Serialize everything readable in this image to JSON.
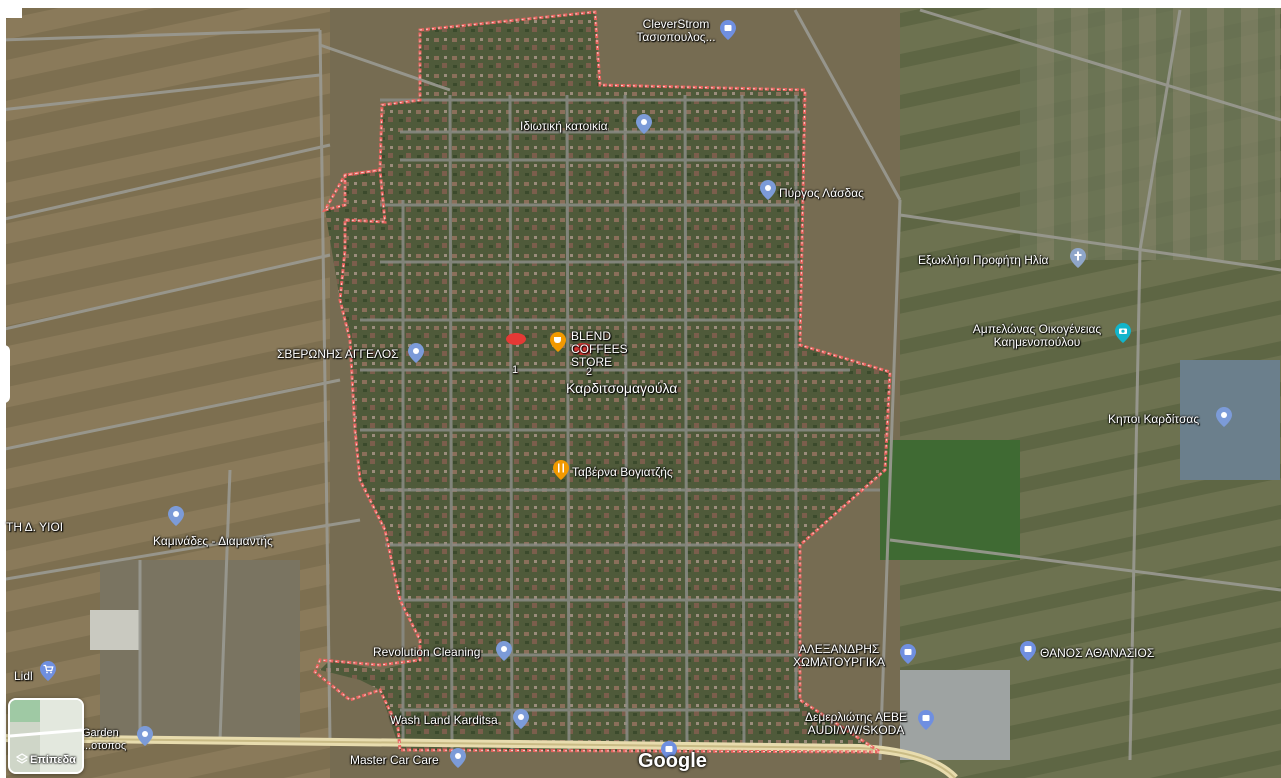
{
  "map": {
    "area_name": "Καρδιτσομαγούλα",
    "brand": "Google",
    "layers_button_label": "Επίπεδα",
    "route_numbers": [
      "1",
      "2"
    ],
    "colors": {
      "boundary": "#e8645f",
      "pin_default": "#7c9bd8",
      "pin_shop": "#6f8fe0",
      "pin_food": "#f29900",
      "pin_church": "#8fa6c9",
      "pin_attraction": "#12b5cb",
      "red_marker": "#e53935"
    },
    "places": [
      {
        "id": "cleverstrom",
        "text": "CleverStrom Τασιοπουλος...",
        "icon": "shopping-bag-icon",
        "color": "#6f8fe0"
      },
      {
        "id": "idiotiki",
        "text": "Ιδιωτική κατοικία",
        "icon": "location-pin-icon",
        "color": "#7c9bd8"
      },
      {
        "id": "pyrgos",
        "text": "Πύργος Λάσδας",
        "icon": "location-pin-icon",
        "color": "#7c9bd8"
      },
      {
        "id": "exoklisi",
        "text": "Εξωκλήσι Προφήτη Ηλία",
        "icon": "church-cross-icon",
        "color": "#8fa6c9"
      },
      {
        "id": "ampelonas",
        "text": "Αμπελώνας Οικογένειας Καημενοπούλου",
        "icon": "camera-icon",
        "color": "#12b5cb"
      },
      {
        "id": "kipoi",
        "text": "Κηποι Καρδίτσας",
        "icon": "location-pin-icon",
        "color": "#7c9bd8"
      },
      {
        "id": "sveronis",
        "text": "ΣΒΕΡΩΝΗΣ ΑΓΓΕΛΟΣ",
        "icon": "location-pin-icon",
        "color": "#7c9bd8"
      },
      {
        "id": "blend",
        "text": "BLEND COFFEES STORE",
        "icon": "coffee-cup-icon",
        "color": "#f29900"
      },
      {
        "id": "taverna",
        "text": "Ταβέρνα Βογιατζής",
        "icon": "fork-knife-icon",
        "color": "#f29900"
      },
      {
        "id": "kaminades",
        "text": "Καμινάδες - Διαμαντής",
        "icon": "location-pin-icon",
        "color": "#7c9bd8"
      },
      {
        "id": "th_d_yioi",
        "text": "ΤΗ Δ. ΥΙΟΙ",
        "icon": "",
        "color": "#7c9bd8"
      },
      {
        "id": "revolution",
        "text": "Revolution Cleaning",
        "icon": "location-pin-icon",
        "color": "#7c9bd8"
      },
      {
        "id": "alexandris",
        "text": "ΑΛΕΞΑΝΔΡΗΣ ΧΩΜΑΤΟΥΡΓΙΚΑ",
        "icon": "shopping-bag-icon",
        "color": "#6f8fe0"
      },
      {
        "id": "thanos",
        "text": "ΘΑΝΟΣ ΑΘΑΝΑΣΙΟΣ",
        "icon": "shopping-bag-icon",
        "color": "#6f8fe0"
      },
      {
        "id": "lidl",
        "text": "Lidl",
        "icon": "shopping-cart-icon",
        "color": "#6f8fe0"
      },
      {
        "id": "garden",
        "text": "Garden ...οτοπος",
        "icon": "location-pin-icon",
        "color": "#7c9bd8"
      },
      {
        "id": "washland",
        "text": "Wash Land Karditsa",
        "icon": "location-pin-icon",
        "color": "#7c9bd8"
      },
      {
        "id": "demerliotis",
        "text": "Δεμερλιώτης ΑΕΒΕ AUDI/VW/SKODA",
        "icon": "shopping-bag-icon",
        "color": "#6f8fe0"
      },
      {
        "id": "master",
        "text": "Master Car Care",
        "icon": "location-pin-icon",
        "color": "#7c9bd8"
      }
    ]
  }
}
